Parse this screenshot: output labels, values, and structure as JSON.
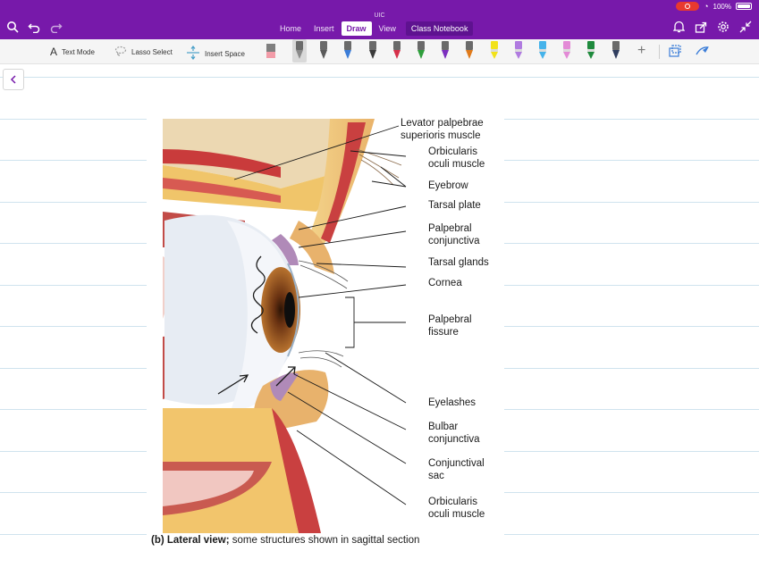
{
  "status": {
    "battery": "100%"
  },
  "app": {
    "title": "UIC"
  },
  "tabs": [
    {
      "label": "Home"
    },
    {
      "label": "Insert"
    },
    {
      "label": "Draw"
    },
    {
      "label": "View"
    },
    {
      "label": "Class Notebook"
    }
  ],
  "ribbon": {
    "text_mode": "Text Mode",
    "lasso_select": "Lasso Select",
    "insert_space": "Insert Space",
    "pens": [
      {
        "color": "#8a8a8a",
        "type": "pen",
        "selected": true
      },
      {
        "color": "#5a5a5a",
        "type": "pen"
      },
      {
        "color": "#3b7dd8",
        "type": "pen"
      },
      {
        "color": "#3a3a3a",
        "type": "pen"
      },
      {
        "color": "#d6304a",
        "type": "pen"
      },
      {
        "color": "#2e9e3b",
        "type": "pen"
      },
      {
        "color": "#7c2fbf",
        "type": "pen"
      },
      {
        "color": "#e07a1a",
        "type": "pen"
      },
      {
        "color": "#f2e21b",
        "type": "highlighter"
      },
      {
        "color": "#b07be0",
        "type": "highlighter"
      },
      {
        "color": "#46b3ea",
        "type": "highlighter"
      },
      {
        "color": "#e38ad6",
        "type": "highlighter"
      },
      {
        "color": "#1f8a3d",
        "type": "highlighter"
      },
      {
        "color": "#2f3d5e",
        "type": "pen"
      }
    ]
  },
  "figure": {
    "labels": [
      "Levator palpebrae\nsuperioris muscle",
      "Orbicularis\noculi muscle",
      "Eyebrow",
      "Tarsal plate",
      "Palpebral\nconjunctiva",
      "Tarsal glands",
      "Cornea",
      "Palpebral\nfissure",
      "Eyelashes",
      "Bulbar\nconjunctiva",
      "Conjunctival\nsac",
      "Orbicularis\noculi muscle"
    ],
    "caption_bold": "(b) Lateral view;",
    "caption_rest": " some structures shown in sagittal section"
  },
  "colors": {
    "accent": "#7719aa",
    "rule": "#cfe3ee"
  }
}
